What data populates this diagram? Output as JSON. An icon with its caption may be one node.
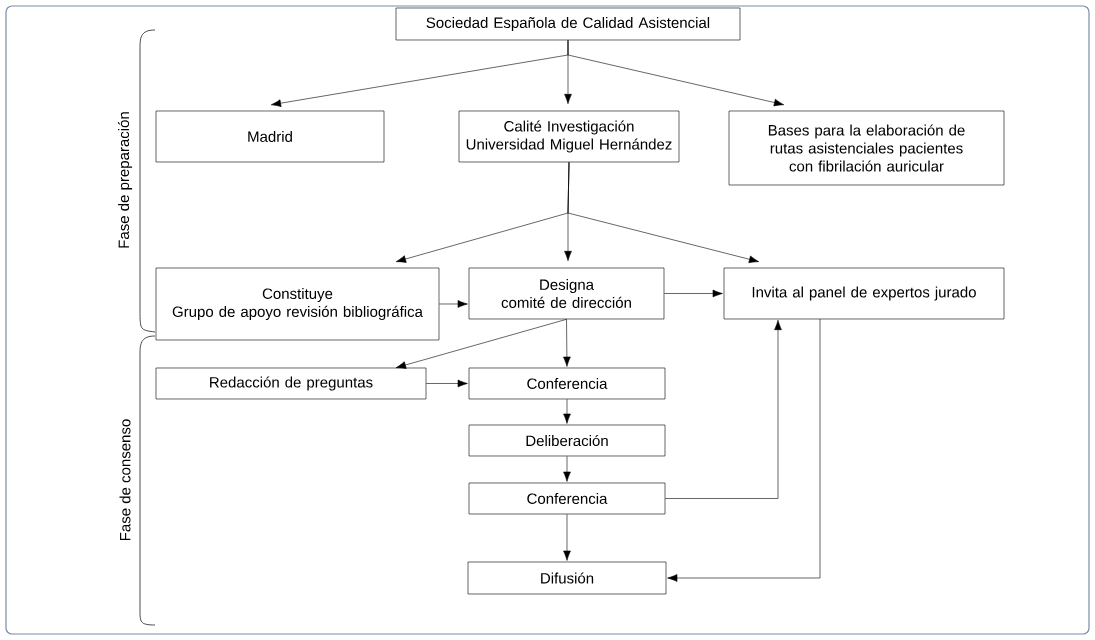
{
  "diagram": {
    "nodes": [
      {
        "text": [
          "Sociedad Española de Calidad Asistencial"
        ]
      },
      {
        "text": [
          "Madrid"
        ]
      },
      {
        "text": [
          "Calité Investigación",
          "Universidad Miguel Hernández"
        ]
      },
      {
        "text": [
          "Bases para la elaboración de rutas asistenciales pacientes con fibrilación auricular"
        ]
      },
      {
        "text": [
          "Constituye",
          "Grupo de apoyo revisión bibliográfica"
        ]
      },
      {
        "text": [
          "Designa",
          "comité de dirección"
        ]
      },
      {
        "text": [
          "Invita al panel de expertos jurado"
        ]
      },
      {
        "text": [
          "Redacción de preguntas"
        ]
      },
      {
        "text": [
          "Conferencia"
        ]
      },
      {
        "text": [
          "Deliberación"
        ]
      },
      {
        "text": [
          "Conferencia"
        ]
      },
      {
        "text": [
          "Difusión"
        ]
      }
    ],
    "edges": [
      {
        "from": 0,
        "to": 1,
        "arrow": "to"
      },
      {
        "from": 0,
        "to": 2,
        "arrow": "to"
      },
      {
        "from": 0,
        "to": 3,
        "arrow": "to"
      },
      {
        "from": 2,
        "to": 4,
        "arrow": "to"
      },
      {
        "from": 2,
        "to": 5,
        "arrow": "to"
      },
      {
        "from": 2,
        "to": 6,
        "arrow": "to"
      },
      {
        "from": 4,
        "to": 5,
        "arrow": "to"
      },
      {
        "from": 5,
        "to": 6,
        "arrow": "to"
      },
      {
        "from": 5,
        "to": 7,
        "arrow": "to"
      },
      {
        "from": 5,
        "to": 8,
        "arrow": "to"
      },
      {
        "from": 7,
        "to": 8,
        "arrow": "to"
      },
      {
        "from": 8,
        "to": 9,
        "arrow": "to"
      },
      {
        "from": 9,
        "to": 10,
        "arrow": "to"
      },
      {
        "from": 10,
        "to": 6,
        "arrow": "to"
      },
      {
        "from": 6,
        "to": 11,
        "arrow": "to"
      },
      {
        "from": 10,
        "to": 11,
        "arrow": "to"
      }
    ],
    "labels": [
      "Fase de preparación",
      "Fase de consenso"
    ]
  }
}
